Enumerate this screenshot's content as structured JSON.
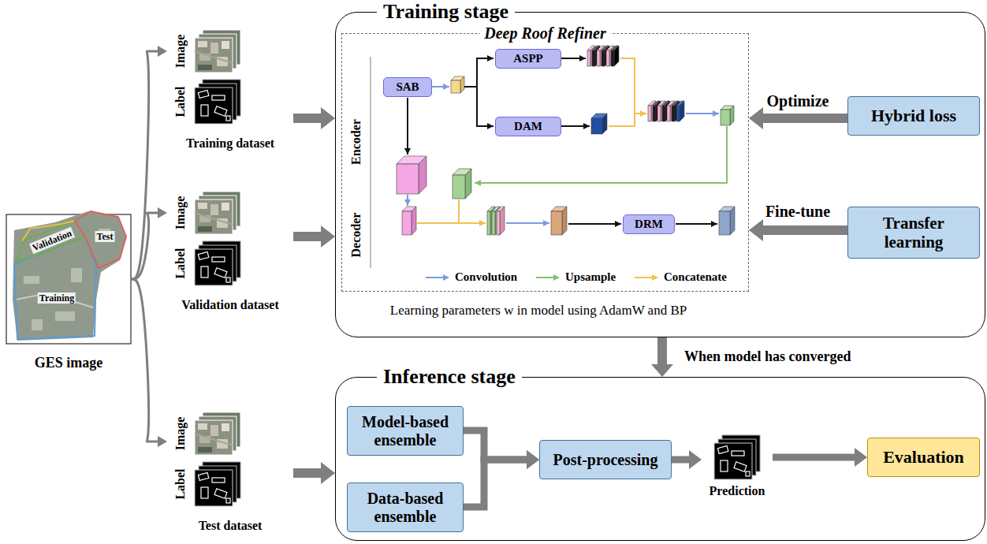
{
  "diagram": {
    "nodes": [
      {
        "text": [
          "GES image"
        ]
      },
      {
        "text": [
          "Image",
          "Label",
          "Training dataset"
        ]
      },
      {
        "text": [
          "Image",
          "Label",
          "Validation dataset"
        ]
      },
      {
        "text": [
          "Image",
          "Label",
          "Test dataset"
        ]
      },
      {
        "text": [
          "Training stage",
          "Learning parameters w in model using AdamW and BP"
        ]
      },
      {
        "text": [
          "Deep Roof Refiner",
          "Encoder",
          "Decoder"
        ],
        "in": 4
      },
      {
        "text": [
          "SAB"
        ],
        "in": 5
      },
      {
        "text": [
          "ASPP"
        ],
        "in": 5
      },
      {
        "text": [
          "DAM"
        ],
        "in": 5
      },
      {
        "text": [
          "DRM"
        ],
        "in": 5
      },
      {
        "text": [
          "Hybrid loss"
        ],
        "in": 4
      },
      {
        "text": [
          "Transfer learning"
        ],
        "in": 4
      },
      {
        "text": [
          "Inference stage"
        ]
      },
      {
        "text": [
          "Model-based ensemble"
        ],
        "in": 12
      },
      {
        "text": [
          "Data-based ensemble"
        ],
        "in": 12
      },
      {
        "text": [
          "Post-processing"
        ],
        "in": 12
      },
      {
        "text": [
          "Prediction"
        ],
        "in": 12
      },
      {
        "text": [
          "Evaluation"
        ],
        "in": 12
      }
    ],
    "edges": [
      {
        "from": 0,
        "to": 1,
        "arrow": "to"
      },
      {
        "from": 0,
        "to": 2,
        "arrow": "to"
      },
      {
        "from": 0,
        "to": 3,
        "arrow": "to"
      },
      {
        "from": 1,
        "to": 4,
        "arrow": "to"
      },
      {
        "from": 2,
        "to": 4,
        "arrow": "to"
      },
      {
        "from": 3,
        "to": 12,
        "arrow": "to"
      },
      {
        "from": 10,
        "to": 5,
        "label": "Optimize",
        "arrow": "to"
      },
      {
        "from": 11,
        "to": 5,
        "label": "Fine-tune",
        "arrow": "to"
      },
      {
        "from": 4,
        "to": 12,
        "label": "When model has converged",
        "arrow": "to"
      },
      {
        "from": 13,
        "to": 15,
        "arrow": "to"
      },
      {
        "from": 14,
        "to": 15,
        "arrow": "to"
      },
      {
        "from": 15,
        "to": 16,
        "arrow": "to"
      },
      {
        "from": 16,
        "to": 17,
        "arrow": "to"
      }
    ],
    "labels": [
      "Training",
      "Validation",
      "Test"
    ],
    "legend": [
      {
        "text": "Convolution"
      },
      {
        "text": "Upsample"
      },
      {
        "text": "Concatenate"
      }
    ]
  }
}
